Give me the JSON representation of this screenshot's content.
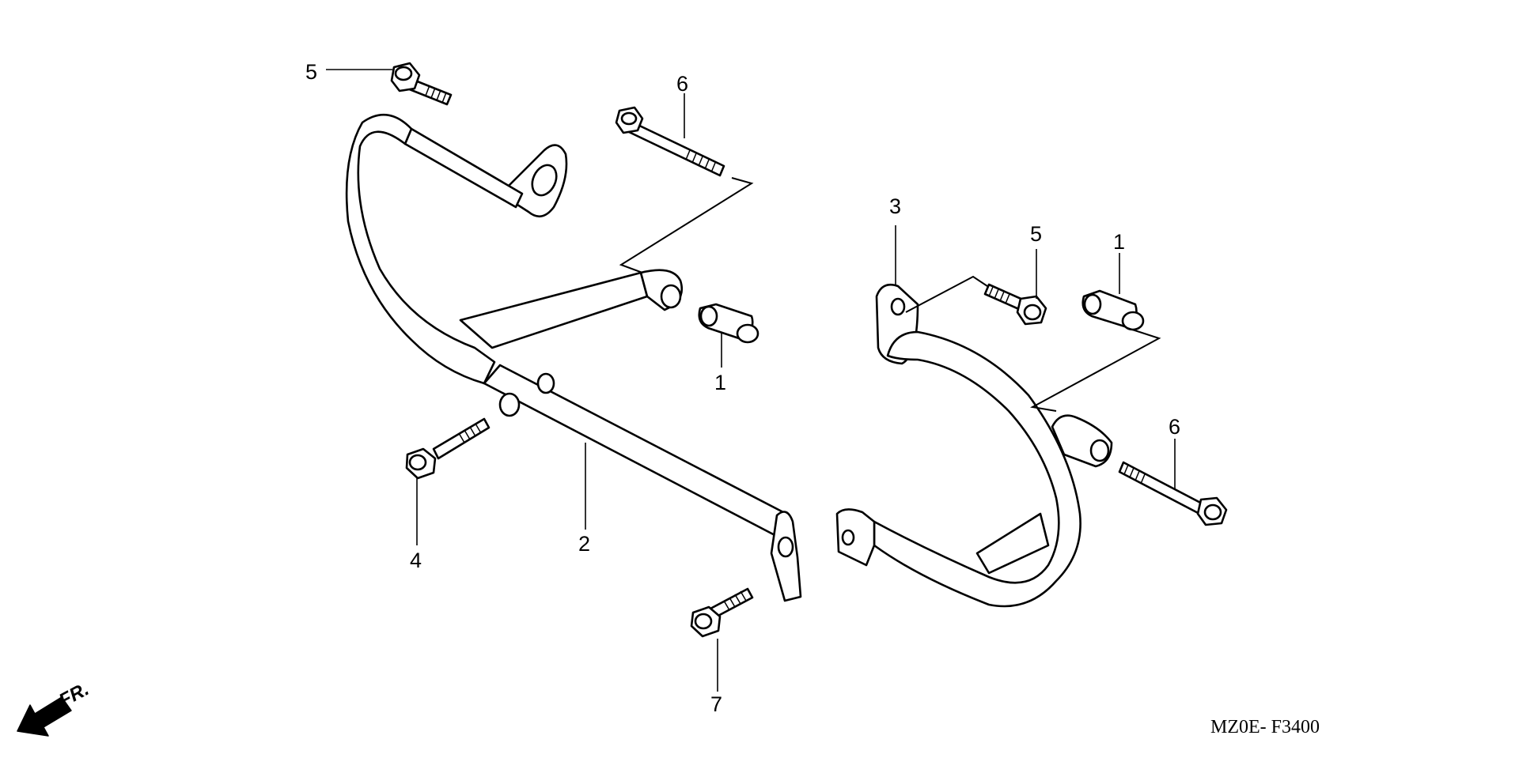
{
  "callouts": {
    "c5a": "5",
    "c6a": "6",
    "c1a": "1",
    "c3": "3",
    "c5b": "5",
    "c1b": "1",
    "c6b": "6",
    "c4": "4",
    "c2": "2",
    "c7": "7"
  },
  "front_label": "FR.",
  "diagram_code": "MZ0E- F3400",
  "icons": {
    "front_arrow": "arrow-down-left-icon"
  }
}
